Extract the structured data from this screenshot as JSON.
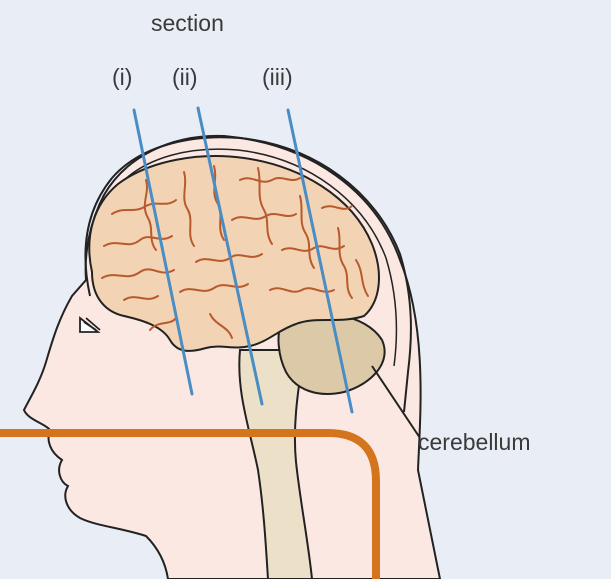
{
  "labels": {
    "section": "section",
    "cut_i": "(i)",
    "cut_ii": "(ii)",
    "cut_iii": "(iii)",
    "cerebellum": "cerebellum"
  },
  "colors": {
    "background": "#e9eef6",
    "skin": "#fbe8e2",
    "brain": "#f2d4b4",
    "sulci": "#b85a2e",
    "cerebellum": "#dcc9a8",
    "brainstem": "#ece0c8",
    "section_line": "#4a8dc4",
    "highlight_frame": "#d4751e"
  }
}
